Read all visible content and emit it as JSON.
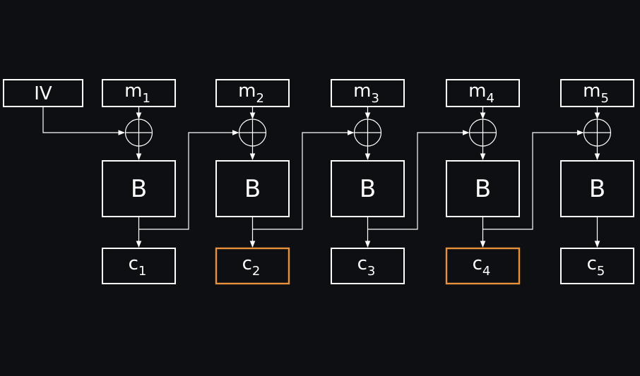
{
  "iv": {
    "label": "IV"
  },
  "colors": {
    "background": "#0d0f12",
    "stroke": "#ffffff",
    "highlight": "#e8913a"
  },
  "stages": [
    {
      "m": "m",
      "m_sub": "1",
      "block": "B",
      "c": "c",
      "c_sub": "1",
      "highlight": false
    },
    {
      "m": "m",
      "m_sub": "2",
      "block": "B",
      "c": "c",
      "c_sub": "2",
      "highlight": true
    },
    {
      "m": "m",
      "m_sub": "3",
      "block": "B",
      "c": "c",
      "c_sub": "3",
      "highlight": false
    },
    {
      "m": "m",
      "m_sub": "4",
      "block": "B",
      "c": "c",
      "c_sub": "4",
      "highlight": true
    },
    {
      "m": "m",
      "m_sub": "5",
      "block": "B",
      "c": "c",
      "c_sub": "5",
      "highlight": false
    }
  ]
}
